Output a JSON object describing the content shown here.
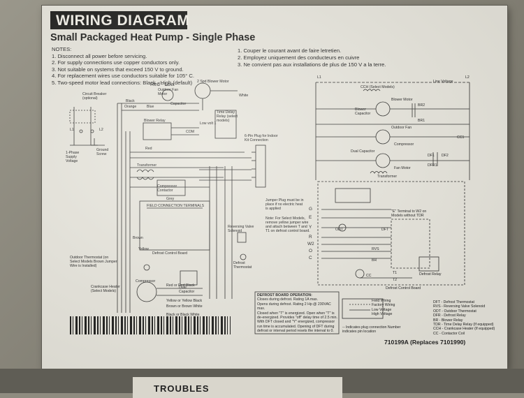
{
  "header": {
    "title": "WIRING DIAGRAM",
    "subtitle": "Small Packaged Heat Pump - Single Phase"
  },
  "notes_en": {
    "heading": "NOTES:",
    "items": [
      "1.  Disconnect all power before servicing.",
      "2.  For supply connections use copper conductors only.",
      "3.  Not suitable on systems that exceed 150 V to ground.",
      "4.  For replacement wires use conductors suitable for 105° C.",
      "5.  Two-speed motor lead connections:  Black - High (default)"
    ],
    "continuation": "Red - Low"
  },
  "notes_fr": {
    "items": [
      "1.   Couper le courant avant de faire letretien.",
      "2.   Employez uniquement des conducteurs en cuivre",
      "3.   Ne convient pas aux installations de plus de 150 V a la terre."
    ]
  },
  "left_diagram": {
    "labels": [
      "Circuit Breaker (optional)",
      "L1",
      "L2",
      "1-Phase Supply Voltage",
      "Ground Screw",
      "Blower Relay",
      "Transformer",
      "Compressor Contactor",
      "Defrost Control Board",
      "Outdoor Thermostat (on Select Models Brown Jumper Wire is Installed)",
      "Crankcase Heater (Select Models)",
      "Compressor",
      "Dual Capacitor",
      "Reversing Valve Solenoid",
      "Defrost Thermostat",
      "Outdoor Fan Motor",
      "Capacitor",
      "2 Spd Blower Motor",
      "Time Delay Relay (select models)",
      "Low volt 1",
      "COM",
      "6-Pin Plug for Indoor Kit Connection",
      "Jumper Plug must be in place if no electric heat is applied",
      "Note: For Select Models, remove yellow jumper wire and attach between T and T1 on defrost control board.",
      "Black",
      "Orange",
      "White",
      "Red",
      "Grey",
      "Blue",
      "Yellow",
      "Brown",
      "Black or Black White",
      "Red or Red Black",
      "Yellow or Yellow Black",
      "Brown or Brown White",
      "FIELD CONNECTION TERMINALS"
    ]
  },
  "right_diagram": {
    "labels": [
      "L1",
      "L2",
      "Line Voltage",
      "CCH (Select Models)",
      "Blower Motor",
      "Blower Capacitor",
      "BR2",
      "BR1",
      "Outdoor Fan",
      "Dual Capacitor",
      "Compressor",
      "Fan Motor",
      "DF1",
      "DF2",
      "DFR1",
      "CC1",
      "Transformer",
      "G",
      "E",
      "Y",
      "R",
      "W2",
      "O",
      "C",
      "ODT",
      "DFT",
      "RVS",
      "BR",
      "CC",
      "T1",
      "T2",
      "Defrost Control Board",
      "Defrost Relay",
      "\"E\" Terminal to W2 on Models without TDR"
    ]
  },
  "defrost_operation": {
    "heading": "DEFROST BOARD OPERATION:",
    "lines": [
      "Closes during defrost. Rating 1A max.",
      "Opens during defrost. Rating 2 Hp @ 230VAC max.",
      "Closed when \"T\" is energized.  Open when \"T\" is de-energized. Provides \"off\" delay time of 2.5 min.",
      "With DFT closed and \"Y\" energized, compressor run time is accumulated.  Opening of DFT during defrost or interval period resets the interval to 0."
    ],
    "connection_note": "-- Indicates plug connection Number indicates pin location"
  },
  "legend": {
    "wiring": [
      "Field Wiring",
      "Factory Wiring",
      "Low Voltage",
      "High Voltage"
    ],
    "codes": [
      "DFT - Defrost Thermostat",
      "RVS - Reversing Valve Solenoid",
      "ODT - Outdoor Thermostat",
      "DFR - Defrost Relay",
      "BR - Blower Relay",
      "TDR - Time Delay Relay (If equipped)",
      "CCH - Crankcase Heater (If equipped)",
      "CC - Contactor Coil"
    ]
  },
  "footer": {
    "part_number": "710199A  (Replaces 7101990)",
    "below_sheet": "TROUBLES"
  }
}
